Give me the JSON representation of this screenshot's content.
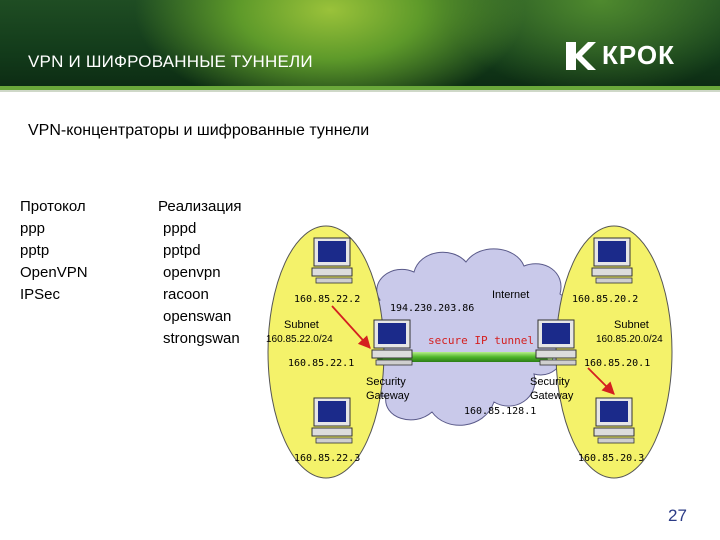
{
  "header": {
    "title": "VPN И ШИФРОВАННЫЕ ТУННЕЛИ",
    "logo_text": "КРОК"
  },
  "subtitle": "VPN-концентраторы и шифрованные туннели",
  "table": {
    "col1_header": "Протокол",
    "col2_header": "Реализация",
    "protocols": [
      "ppp",
      "pptp",
      "OpenVPN",
      "IPSec"
    ],
    "implementations": [
      "pppd",
      "pptpd",
      "openvpn",
      "racoon",
      "openswan",
      "strongswan"
    ]
  },
  "diagram": {
    "left_top_ip": "160.85.22.2",
    "left_bottom_ip": "160.85.22.3",
    "left_gw_ip": "160.85.22.1",
    "left_subnet_label": "Subnet",
    "left_subnet": "160.85.22.0/24",
    "remote_ip": "194.230.203.86",
    "internet_label": "Internet",
    "tunnel_label": "secure IP tunnel",
    "left_gateway_label_1": "Security",
    "left_gateway_label_2": "Gateway",
    "right_gateway_label_1": "Security",
    "right_gateway_label_2": "Gateway",
    "right_gw_wan_ip": "160.85.128.1",
    "right_top_ip": "160.85.20.2",
    "right_subnet_label": "Subnet",
    "right_subnet": "160.85.20.0/24",
    "right_gw_ip": "160.85.20.1",
    "right_bottom_ip": "160.85.20.3"
  },
  "slide_number": "27"
}
